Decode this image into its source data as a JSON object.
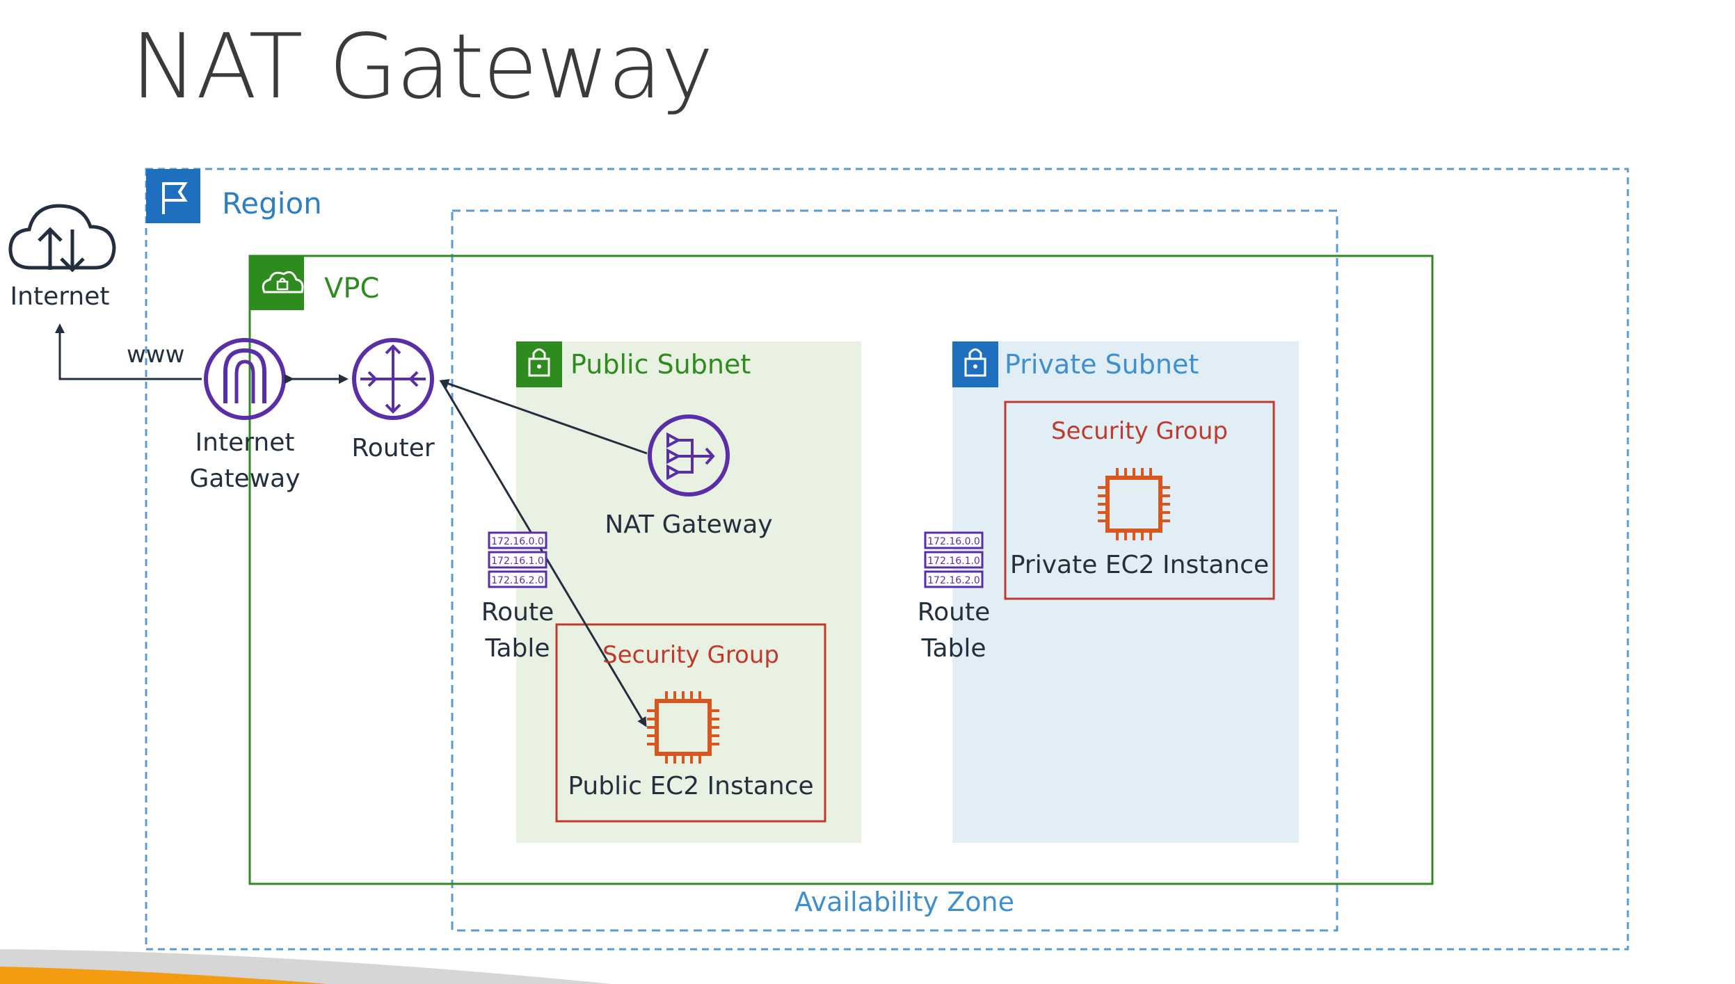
{
  "title": "NAT Gateway",
  "region": {
    "label": "Region"
  },
  "availability_zone": {
    "label": "Availability Zone"
  },
  "vpc": {
    "label": "VPC"
  },
  "internet": {
    "label": "Internet",
    "link_label": "www"
  },
  "internet_gateway": {
    "line1": "Internet",
    "line2": "Gateway"
  },
  "router": {
    "label": "Router"
  },
  "public_subnet": {
    "label": "Public Subnet",
    "nat_gateway": "NAT Gateway",
    "route_table": {
      "line1": "Route",
      "line2": "Table",
      "entries": [
        "172.16.0.0",
        "172.16.1.0",
        "172.16.2.0"
      ]
    },
    "security_group": "Security Group",
    "instance": "Public EC2 Instance"
  },
  "private_subnet": {
    "label": "Private Subnet",
    "route_table": {
      "line1": "Route",
      "line2": "Table",
      "entries": [
        "172.16.0.0",
        "172.16.1.0",
        "172.16.2.0"
      ]
    },
    "security_group": "Security Group",
    "instance": "Private EC2 Instance"
  },
  "colors": {
    "region_blue": "#2f7fbf",
    "vpc_green": "#2e8b1e",
    "public_subnet_fill": "#e9f2e2",
    "private_subnet_fill": "#e2eef6",
    "security_group_red": "#c0392b",
    "ec2_orange": "#d9561d",
    "network_purple": "#5a2ea6",
    "accent_orange": "#f39c12"
  },
  "icons": [
    "region-flag-icon",
    "vpc-cloud-lock-icon",
    "cloud-upload-download-icon",
    "internet-gateway-icon",
    "router-icon",
    "nat-gateway-icon",
    "route-table-icon",
    "ec2-chip-icon",
    "subnet-lock-icon"
  ]
}
